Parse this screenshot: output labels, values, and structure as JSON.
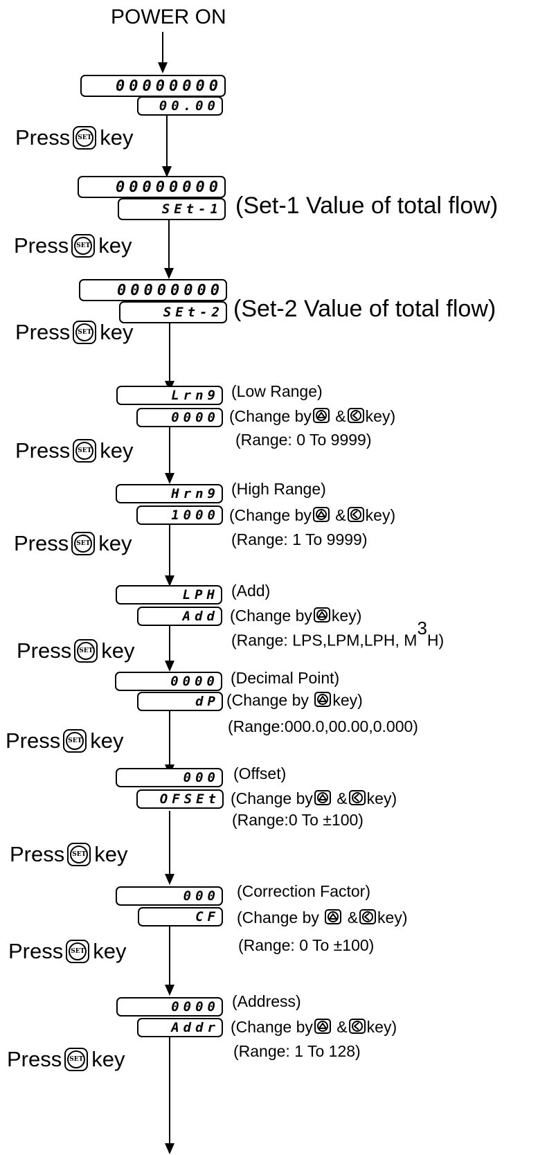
{
  "title": "POWER ON",
  "press": {
    "before": "Press",
    "key": "SET",
    "after": "key"
  },
  "steps": [
    {
      "top": "00000000",
      "bottom": "00.00"
    },
    {
      "top": "00000000",
      "bottom": "SEt-1",
      "note": "(Set-1 Value of total flow)"
    },
    {
      "top": "00000000",
      "bottom": "SEt-2",
      "note": "(Set-2 Value of total flow)"
    },
    {
      "top": "Lrn9",
      "bottom": "0000",
      "name": "(Low Range)",
      "change": "(Change by",
      "change_keys": [
        "up",
        "left"
      ],
      "change_end": "key)",
      "range": "(Range: 0 To 9999)"
    },
    {
      "top": "Hrn9",
      "bottom": "1000",
      "name": "(High Range)",
      "change": "(Change by",
      "change_keys": [
        "up",
        "left"
      ],
      "change_end": "key)",
      "range": "(Range: 1 To 9999)"
    },
    {
      "top": "LPH",
      "bottom": "Add",
      "name": "(Add)",
      "change": "(Change by",
      "change_keys": [
        "up"
      ],
      "change_end": "key)",
      "range": "(Range: LPS,LPM,LPH, M",
      "range_sup": "3",
      "range_end": "H)"
    },
    {
      "top": "0000",
      "bottom": "dP",
      "name": "(Decimal Point)",
      "change": "(Change by",
      "change_keys": [
        "up"
      ],
      "change_end": "key)",
      "range": "(Range:000.0,00.00,0.000)"
    },
    {
      "top": "000",
      "bottom": "OFSEt",
      "name": "(Offset)",
      "change": "(Change by",
      "change_keys": [
        "up",
        "left"
      ],
      "change_end": "key)",
      "range": "(Range:0 To ±100)"
    },
    {
      "top": "000",
      "bottom": "CF",
      "name": "(Correction Factor)",
      "change": "(Change by",
      "change_keys": [
        "up",
        "left"
      ],
      "change_end": "key)",
      "range": "(Range: 0 To ±100)"
    },
    {
      "top": "0000",
      "bottom": "Addr",
      "name": "(Address)",
      "change": "(Change by",
      "change_keys": [
        "up",
        "left"
      ],
      "change_end": "key)",
      "range": "(Range: 1 To 128)"
    }
  ],
  "icons": {
    "set": "set-key-icon",
    "up": "up-key-icon",
    "left": "left-key-icon"
  }
}
